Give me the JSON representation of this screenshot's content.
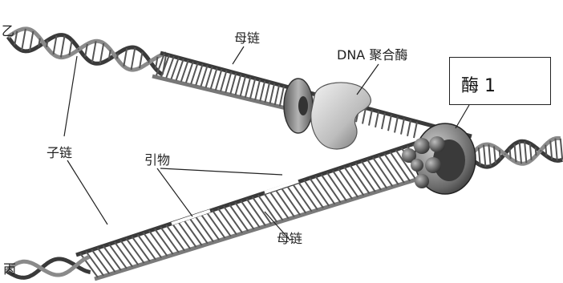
{
  "labels": {
    "strand_yi": "乙",
    "strand_bing": "丙",
    "parent_strand_top": "母链",
    "parent_strand_bottom": "母链",
    "dna_polymerase": "DNA 聚合酶",
    "daughter_strand": "子链",
    "primer": "引物",
    "enzyme_box": "酶 1"
  },
  "colors": {
    "backbone_dark": "#3a3a3a",
    "backbone_mid": "#8a8a8a",
    "rung": "#555555",
    "enzyme_light": "#d8d8d8",
    "enzyme_dark": "#5e5e5e"
  }
}
